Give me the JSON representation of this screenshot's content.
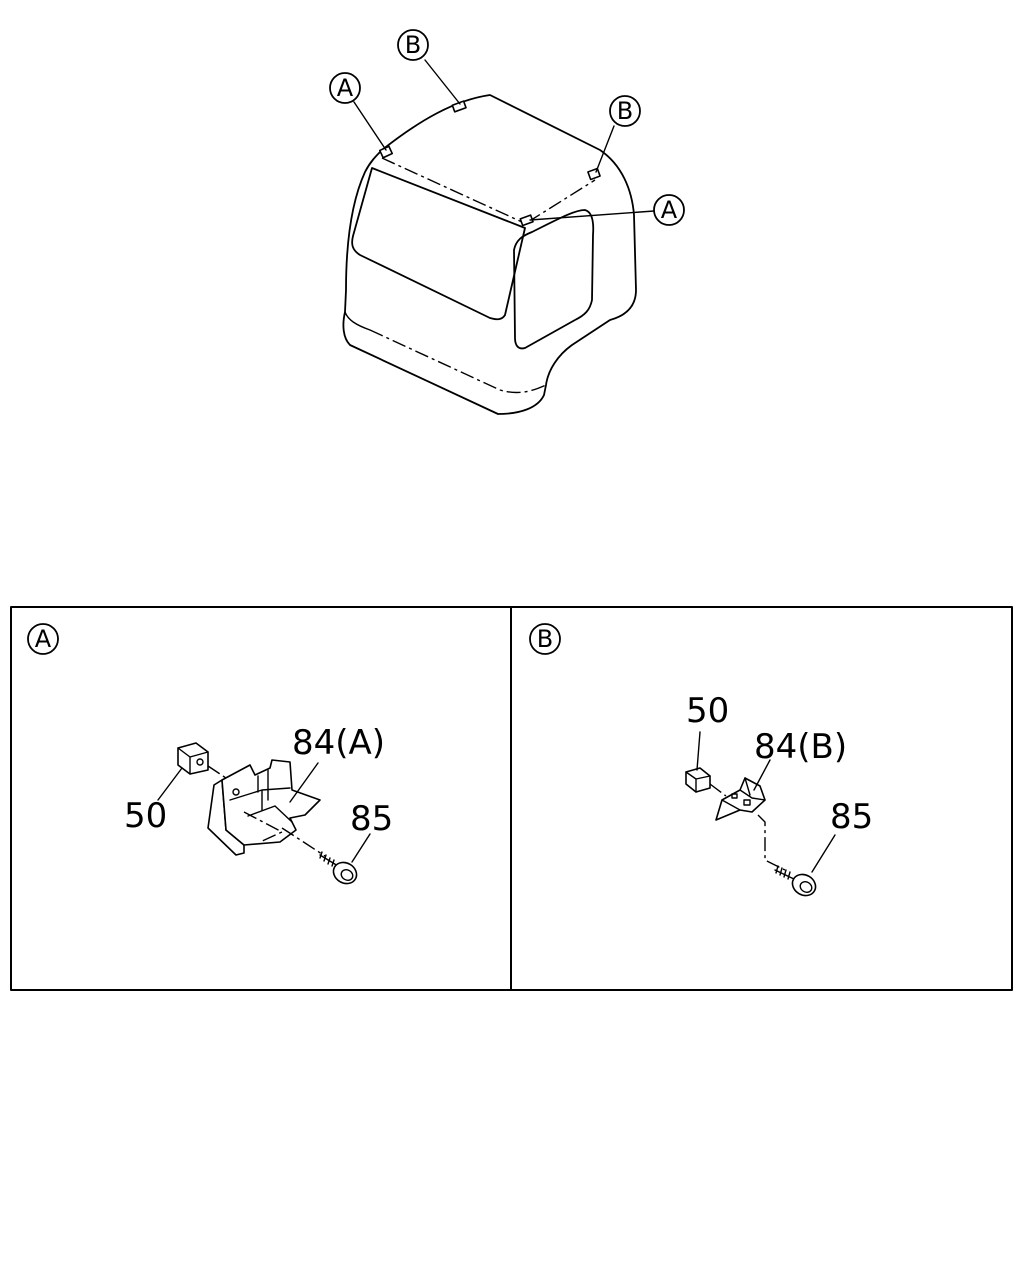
{
  "callouts": {
    "top_left": "A",
    "top_center": "B",
    "top_right": "B",
    "right": "A"
  },
  "panel_a": {
    "title": "A",
    "part_50": "50",
    "part_84": "84(A)",
    "part_85": "85"
  },
  "panel_b": {
    "title": "B",
    "part_50": "50",
    "part_84": "84(B)",
    "part_85": "85"
  },
  "colors": {
    "ink": "#000000",
    "paper": "#ffffff"
  }
}
